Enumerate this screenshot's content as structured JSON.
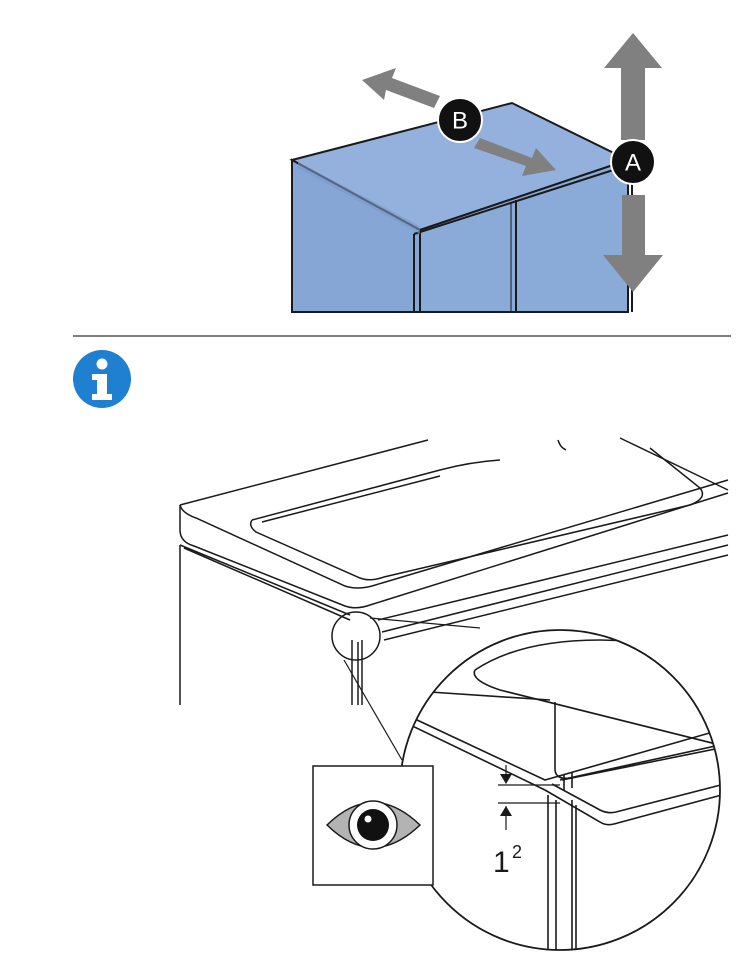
{
  "figure_top": {
    "label_a": "A",
    "label_b": "B",
    "colors": {
      "cabinet_fill": "#8aaad8",
      "cabinet_top": "#93b1dc",
      "outline": "#1a1a1a",
      "arrow": "#808080"
    }
  },
  "info_icon": {
    "glyph": "i",
    "color": "#1f7fd0"
  },
  "figure_bottom": {
    "dimension_value": "1",
    "dimension_superscript": "2",
    "eye_icon": "eye-icon"
  }
}
